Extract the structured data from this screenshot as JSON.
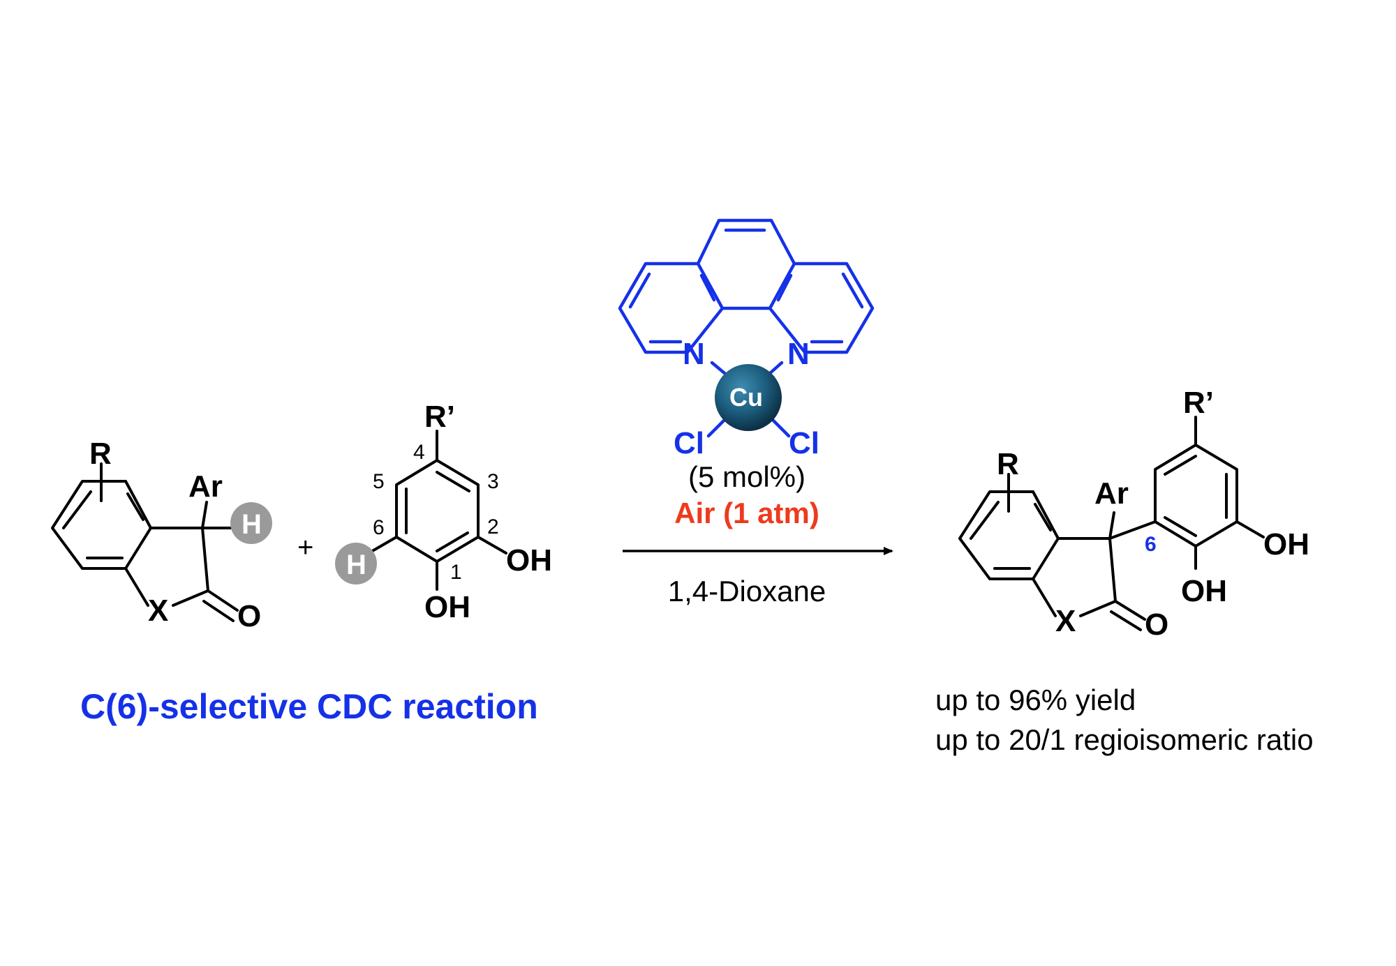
{
  "reactant1": {
    "substituent": "R",
    "aryl": "Ar",
    "hydrogen": "H",
    "heteroatom": "X",
    "carbonyl_oxygen": "O"
  },
  "plus_sign": "+",
  "reactant2": {
    "substituent": "R’",
    "hydrogen": "H",
    "hydroxyl_1": "OH",
    "hydroxyl_2": "OH",
    "positions": [
      "1",
      "2",
      "3",
      "4",
      "5",
      "6"
    ]
  },
  "catalyst": {
    "metal": "Cu",
    "nitrogen": "N",
    "chloride": "Cl",
    "loading": "(5 mol%)"
  },
  "conditions": {
    "oxidant": "Air (1 atm)",
    "solvent": "1,4-Dioxane"
  },
  "product": {
    "substituent": "R",
    "aryl": "Ar",
    "substituent2": "R’",
    "heteroatom": "X",
    "carbonyl_oxygen": "O",
    "hydroxyl_1": "OH",
    "hydroxyl_2": "OH",
    "position_label": "6"
  },
  "caption": "C(6)-selective CDC reaction",
  "results": {
    "yield": "up to 96% yield",
    "ratio": "up to 20/1 regioisomeric ratio"
  },
  "colors": {
    "accent_blue": "#1531e8",
    "highlight_red": "#ee3a1d",
    "copper_sphere": "#1d5f80",
    "hydrogen_circle": "#9a9a9a"
  }
}
